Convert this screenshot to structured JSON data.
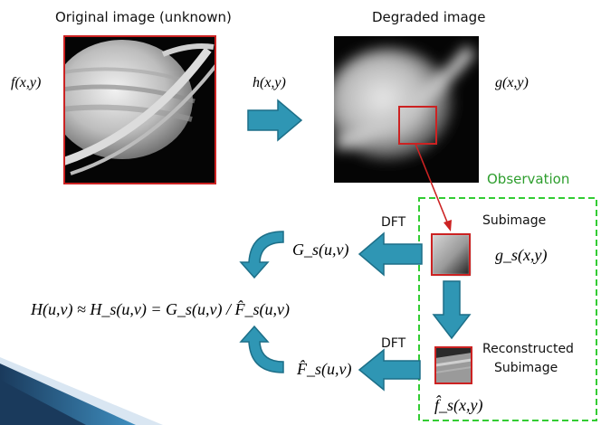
{
  "labels": {
    "original_caption": "Original image (unknown)",
    "degraded_caption": "Degraded image",
    "f_xy": "f(x,y)",
    "h_xy": "h(x,y)",
    "g_xy": "g(x,y)",
    "observation": "Observation",
    "subimage": "Subimage",
    "reconstructed_line1": "Reconstructed",
    "reconstructed_line2": "Subimage",
    "dft_top": "DFT",
    "dft_bottom": "DFT",
    "gs_uv": "G_s(u,v)",
    "gs_xy": "g_s(x,y)",
    "fs_hat_uv": "F̂_s(u,v)",
    "fs_hat_xy": "f̂_s(x,y)",
    "equation": "H(u,v) ≈ H_s(u,v) = G_s(u,v) / F̂_s(u,v)"
  },
  "colors": {
    "arrow_teal": "#2f96b4",
    "image_border": "#cc2222",
    "observation_border": "#33cc33",
    "observation_text": "#2e9e2e",
    "corner_dark": "#1a3a5c",
    "corner_light": "#3f8fc0"
  }
}
